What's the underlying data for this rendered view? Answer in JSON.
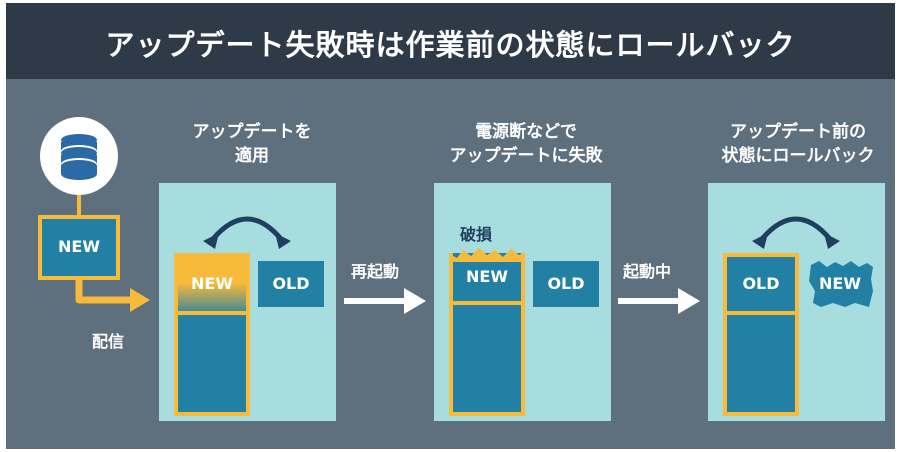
{
  "title": "アップデート失敗時は作業前の状態にロールバック",
  "source": {
    "icon": "database-icon",
    "package_label": "NEW",
    "distribute_label": "配信"
  },
  "steps": [
    {
      "caption_line1": "アップデートを",
      "caption_line2": "適用",
      "slot_a_label": "NEW",
      "slot_b_label": "OLD"
    },
    {
      "caption_line1": "電源断などで",
      "caption_line2": "アップデートに失敗",
      "status_label": "破損",
      "slot_a_label": "NEW",
      "slot_b_label": "OLD"
    },
    {
      "caption_line1": "アップデート前の",
      "caption_line2": "状態にロールバック",
      "slot_a_label": "OLD",
      "slot_b_label": "NEW"
    }
  ],
  "transitions": [
    "再起動",
    "起動中"
  ],
  "colors": {
    "background": "#5e6f7d",
    "header": "#2e3a47",
    "panel": "#a8dde0",
    "slot": "#2380a5",
    "highlight": "#f7ba3b",
    "swap_arrow": "#1f3f5e"
  }
}
